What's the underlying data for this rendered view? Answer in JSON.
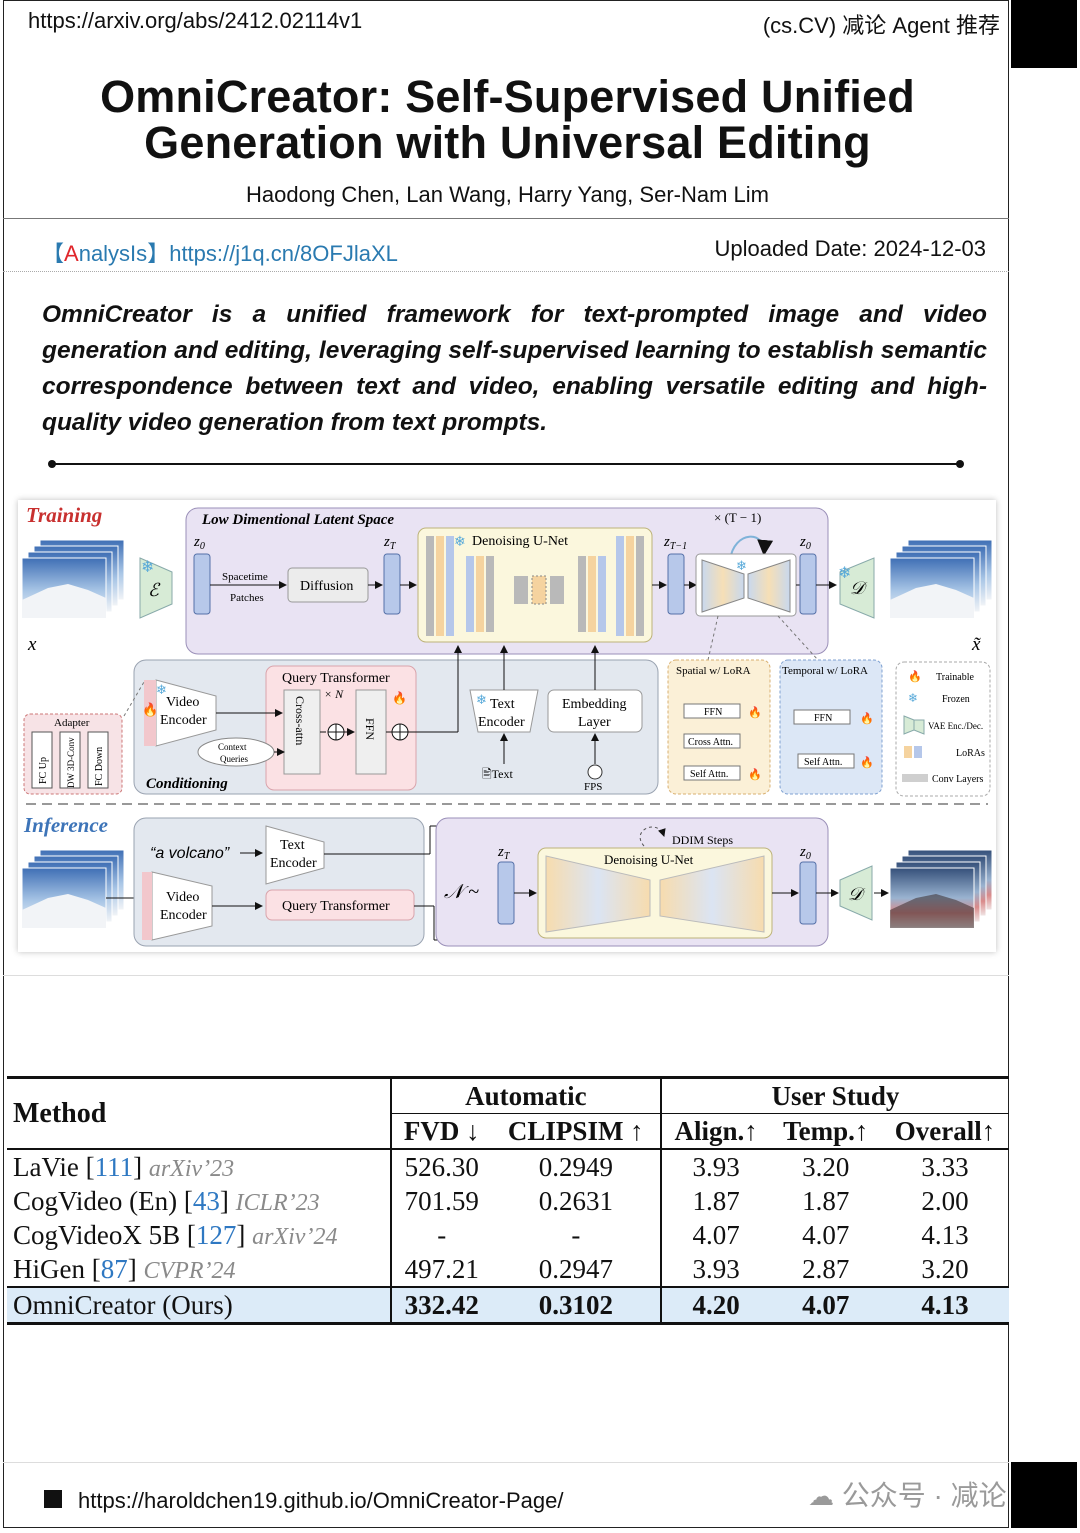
{
  "header": {
    "url": "https://arxiv.org/abs/2412.02114v1",
    "category": "(cs.CV) 减论 Agent 推荐",
    "title_line1": "OmniCreator: Self-Supervised Unified",
    "title_line2": "Generation with Universal Editing",
    "authors": "Haodong Chen, Lan Wang, Harry Yang, Ser-Nam Lim"
  },
  "meta": {
    "analysis_bracket_open": "【",
    "analysis_A": "A",
    "analysis_rest": "nalysIs",
    "analysis_bracket_close": "】",
    "analysis_link": "https://j1q.cn/8OFJlaXL",
    "uploaded": "Uploaded Date: 2024-12-03"
  },
  "abstract": "OmniCreator is a unified framework for text-prompted image and video generation and editing, leveraging self-supervised learning to establish semantic correspondence between text and video, enabling versatile editing and high-quality video generation from text prompts.",
  "figure": {
    "training": "Training",
    "inference": "Inference",
    "latent_space": "Low Dimentional Latent Space",
    "z0": "z",
    "z0_sub": "0",
    "zT_sub": "T",
    "zT1_sub": "T−1",
    "encoder_E": "ℰ",
    "decoder_D": "𝒟",
    "spacetime": "Spacetime",
    "patches": "Patches",
    "diffusion": "Diffusion",
    "denoising_unet": "Denoising U-Net",
    "loop": "× (T − 1)",
    "x_label": "x",
    "x_tilde": "x̃",
    "query_transformer": "Query Transformer",
    "times_n": "× N",
    "cross_attn": "Cross-attn",
    "ffn": "FFN",
    "video_encoder_1": "Video",
    "video_encoder_2": "Encoder",
    "context": "Context",
    "queries": "Queries",
    "conditioning": "Conditioning",
    "adapter": "Adapter",
    "fc_up": "FC Up",
    "dw_conv": "DW 3D-Conv",
    "fc_down": "FC Down",
    "text_encoder_1": "Text",
    "text_encoder_2": "Encoder",
    "embedding_1": "Embedding",
    "embedding_2": "Layer",
    "text": "Text",
    "fps": "FPS",
    "spatial_lora": "Spatial w/ LoRA",
    "temporal_lora": "Temporal w/ LoRA",
    "cross_attn2": "Cross Attn.",
    "self_attn": "Self Attn.",
    "legend_trainable": "Trainable",
    "legend_frozen": "Frozen",
    "legend_vae": "VAE Enc./Dec.",
    "legend_loras": "LoRAs",
    "legend_conv": "Conv Layers",
    "prompt": "“a volcano”",
    "noise": "𝒩 ~",
    "ddim": "DDIM Steps"
  },
  "table": {
    "headers": {
      "method": "Method",
      "automatic": "Automatic",
      "user_study": "User Study",
      "fvd": "FVD ↓",
      "clipsim": "CLIPSIM ↑",
      "align": "Align.↑",
      "temp": "Temp.↑",
      "overall": "Overall↑"
    },
    "rows": [
      {
        "method": "LaVie [",
        "cite": "111",
        "close": "]",
        "venue": "arXiv’23",
        "fvd": "526.30",
        "clipsim": "0.2949",
        "align": "3.93",
        "temp": "3.20",
        "overall": "3.33"
      },
      {
        "method": "CogVideo (En) [",
        "cite": "43",
        "close": "]",
        "venue": "ICLR’23",
        "fvd": "701.59",
        "clipsim": "0.2631",
        "align": "1.87",
        "temp": "1.87",
        "overall": "2.00"
      },
      {
        "method": "CogVideoX 5B [",
        "cite": "127",
        "close": "]",
        "venue": "arXiv’24",
        "fvd": "-",
        "clipsim": "-",
        "align": "4.07",
        "temp": "4.07",
        "overall": "4.13"
      },
      {
        "method": "HiGen [",
        "cite": "87",
        "close": "]",
        "venue": "CVPR’24",
        "fvd": "497.21",
        "clipsim": "0.2947",
        "align": "3.93",
        "temp": "2.87",
        "overall": "3.20"
      }
    ],
    "ours": {
      "method": "OmniCreator (Ours)",
      "fvd": "332.42",
      "clipsim": "0.3102",
      "align": "4.20",
      "temp": "4.07",
      "overall": "4.13"
    }
  },
  "footer": {
    "project_link": "https://haroldchen19.github.io/OmniCreator-Page/",
    "wechat": "公众号 · 减论"
  }
}
